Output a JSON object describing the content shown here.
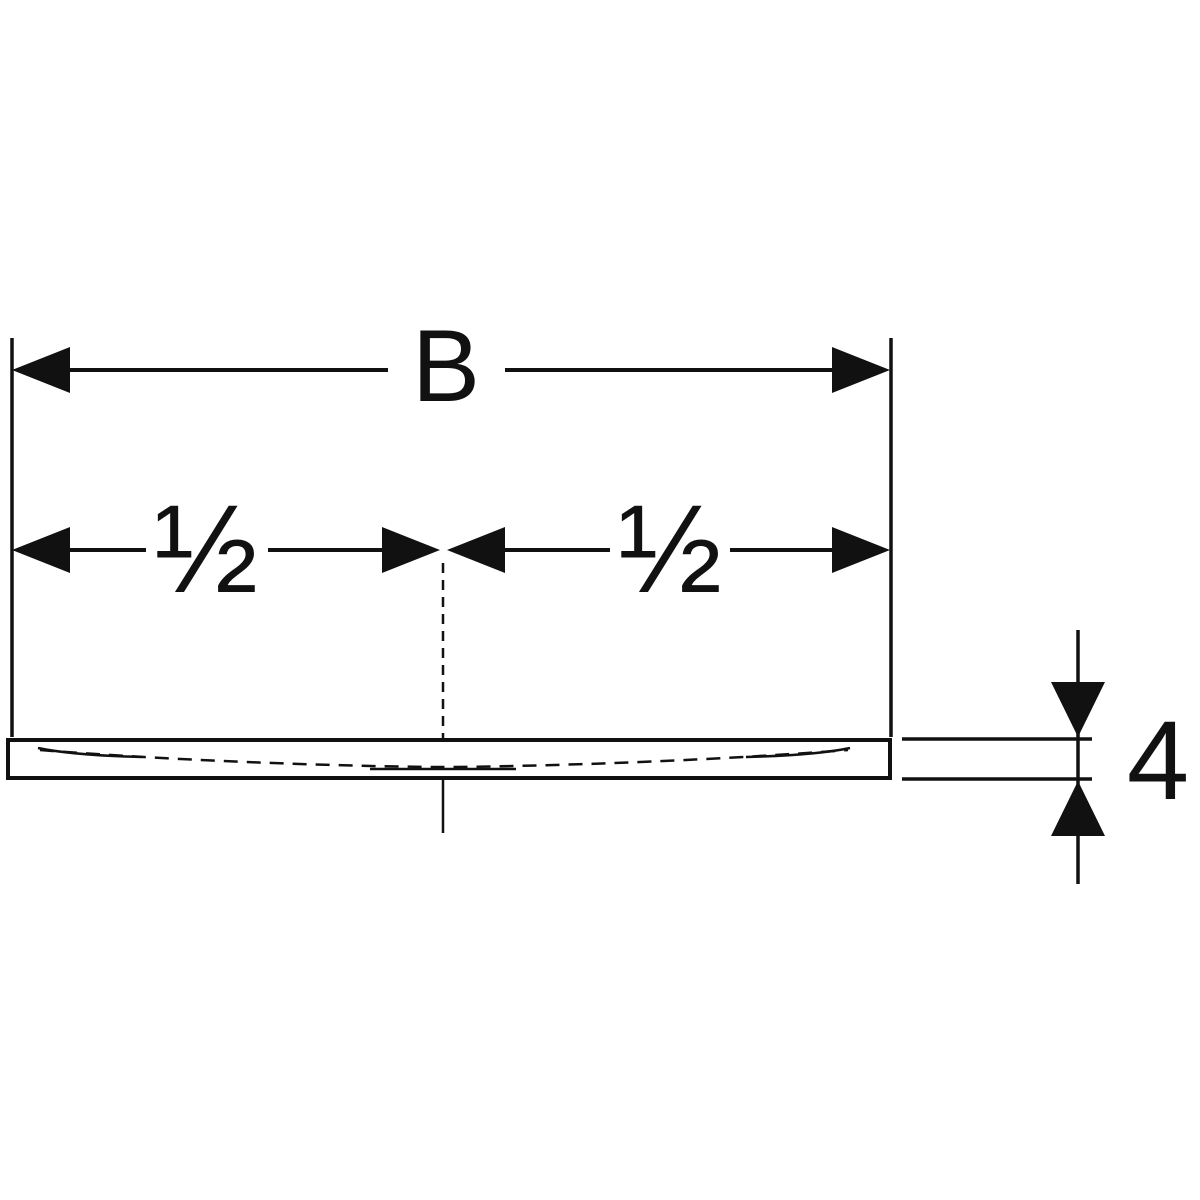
{
  "diagram": {
    "labels": {
      "width": "B",
      "left_half": "½",
      "right_half": "½",
      "thickness": "4"
    },
    "colors": {
      "line": "#111111",
      "background": "#ffffff"
    }
  }
}
